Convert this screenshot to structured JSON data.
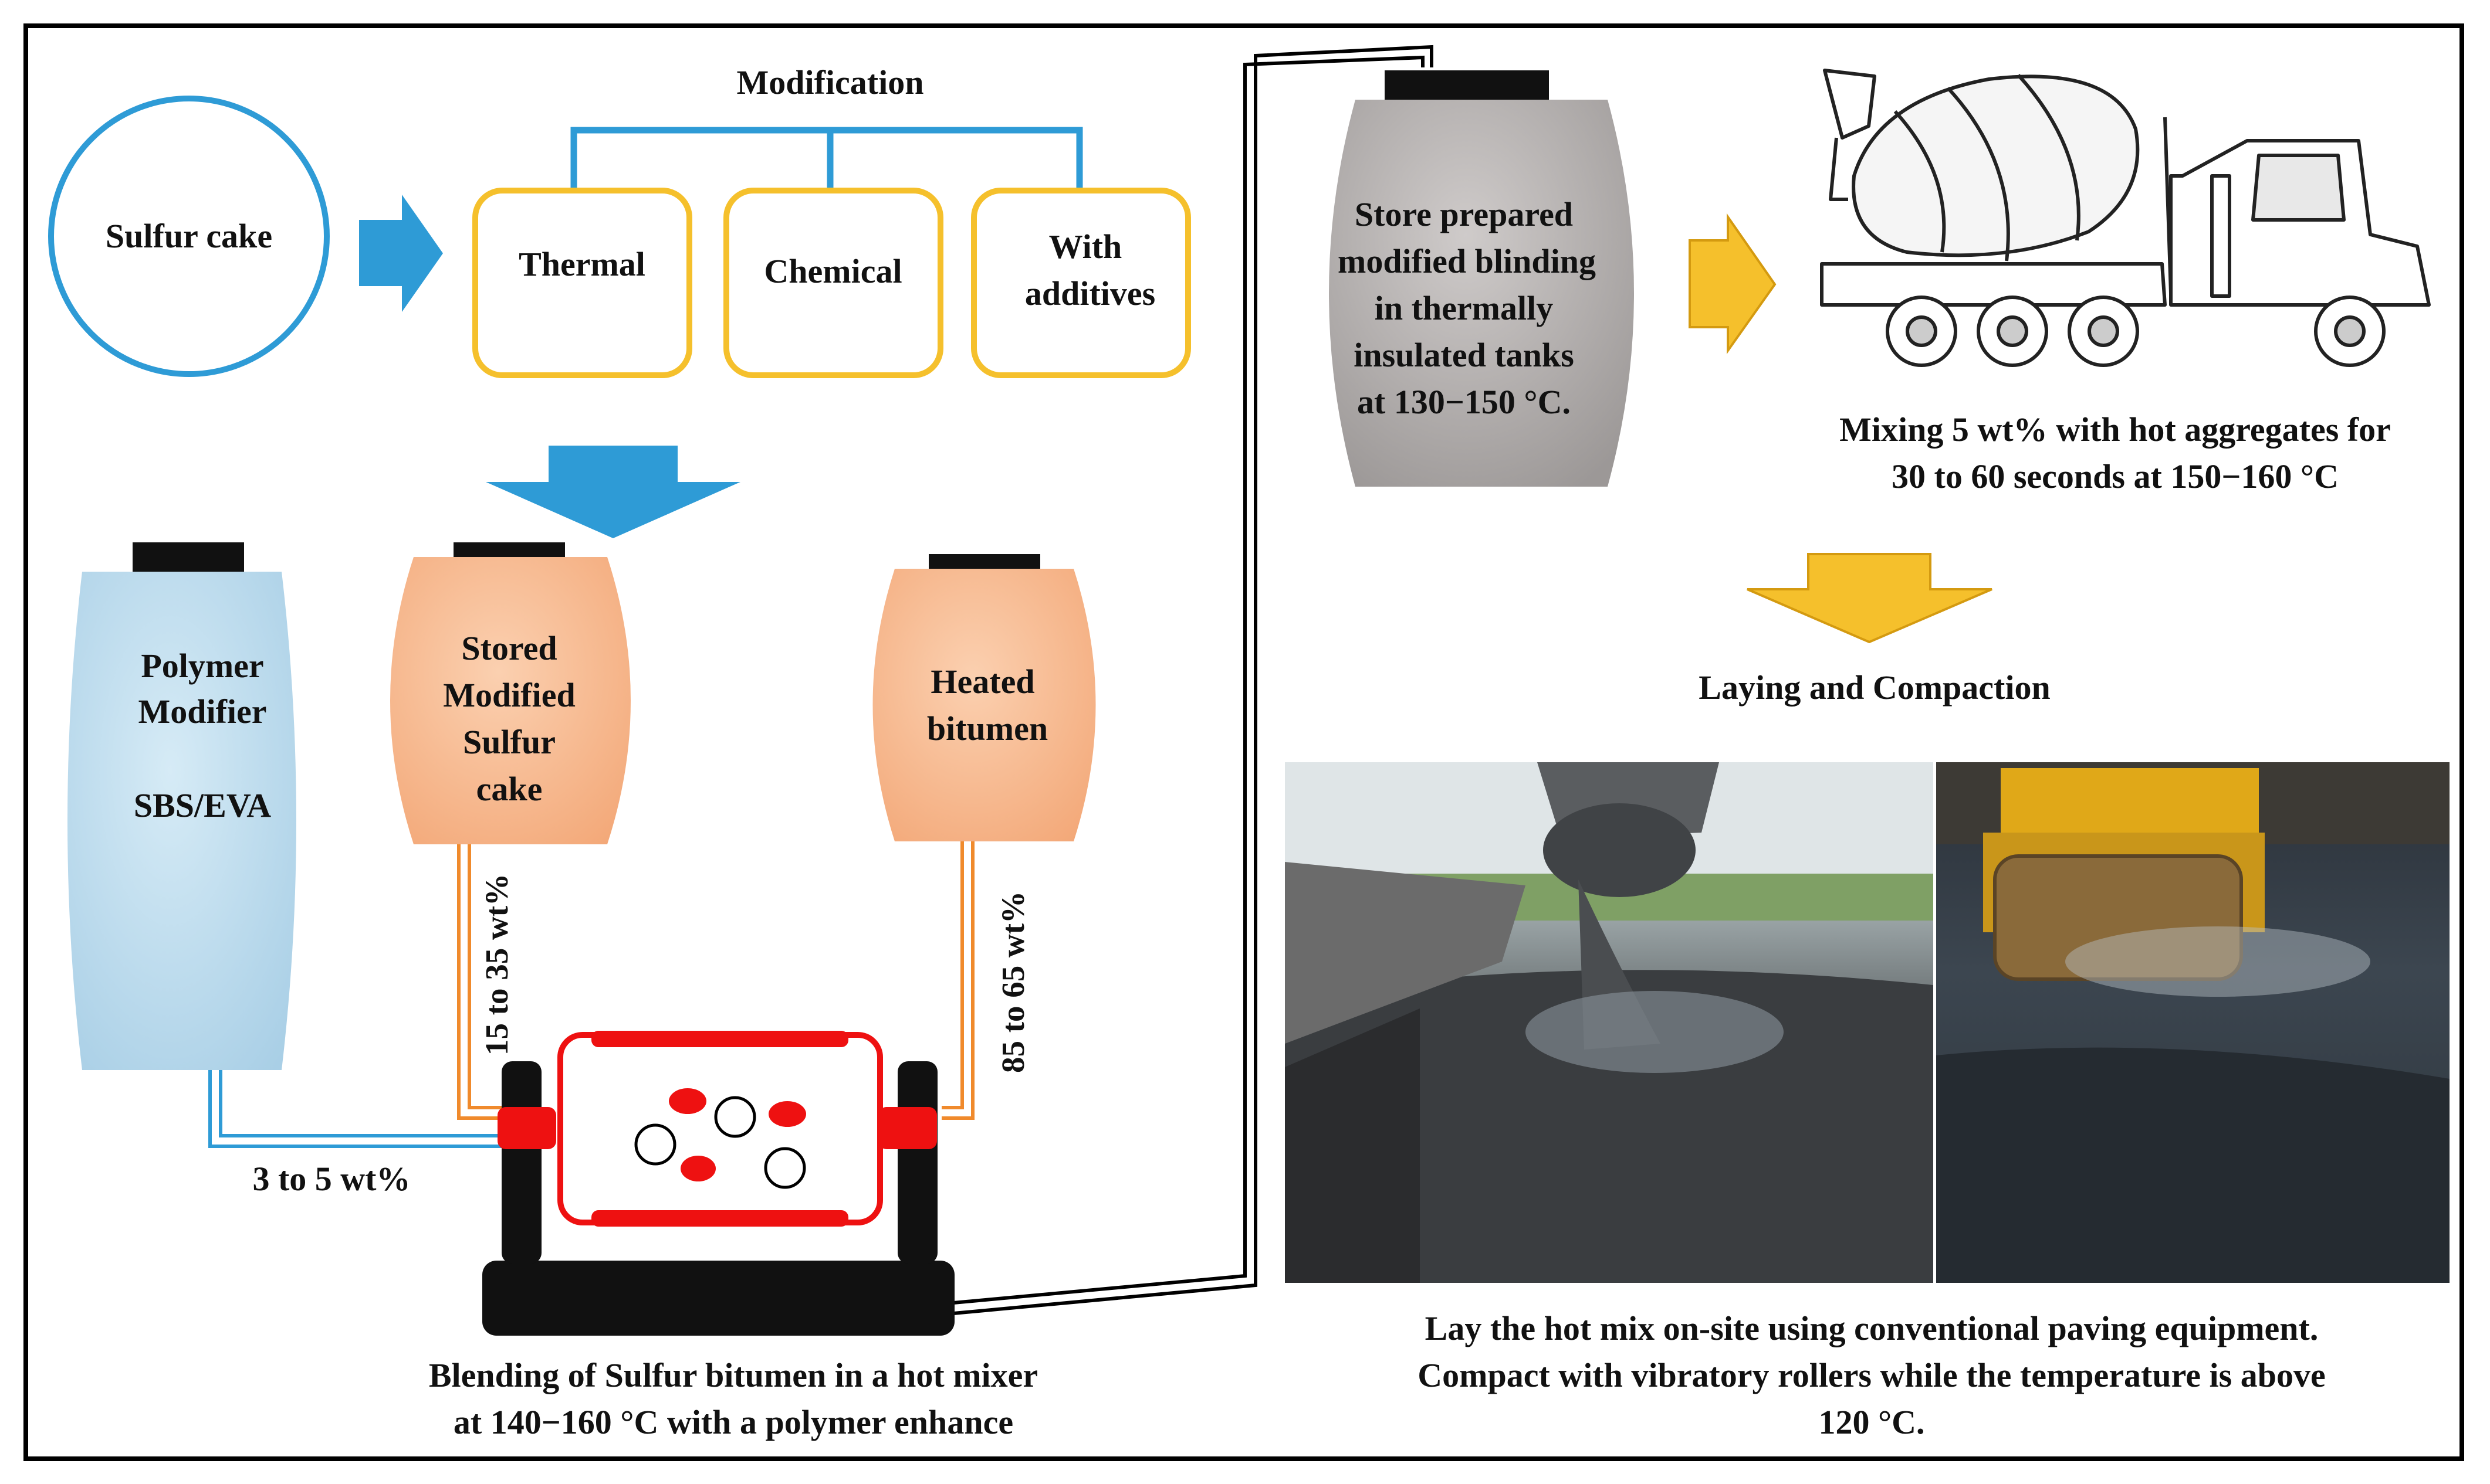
{
  "modification": {
    "title": "Modification",
    "options": [
      "Thermal",
      "Chemical",
      "With",
      "additives"
    ]
  },
  "sulfur_cake": "Sulfur cake",
  "polymer_tank": [
    "Polymer",
    "Modifier",
    "SBS/EVA"
  ],
  "sulfur_tank": [
    "Stored",
    "Modified",
    "Sulfur",
    "cake"
  ],
  "bitumen_tank": [
    "Heated",
    "bitumen"
  ],
  "ratios": {
    "sulfur": "15 to 35 wt%",
    "bitumen": "85 to 65 wt%",
    "polymer": "3 to 5 wt%"
  },
  "blending_caption": [
    "Blending of Sulfur bitumen in a hot mixer",
    "at 140−160 °C with a polymer enhance"
  ],
  "store_tank": [
    "Store prepared",
    "modified blinding",
    "in thermally",
    "insulated tanks",
    "at 130−150 °C."
  ],
  "mixing_caption": [
    "Mixing 5 wt% with hot aggregates for",
    "30 to 60 seconds at 150−160 °C"
  ],
  "laying_title": "Laying and Compaction",
  "laying_caption": [
    "Lay the hot mix on-site using conventional paving equipment.",
    "Compact with vibratory rollers while the temperature is above",
    "120 °C."
  ],
  "colors": {
    "blue": "#2e9bd6",
    "gold": "#f5c02c",
    "orange_tank": "#f5b48a",
    "blue_tank": "#bcdbee",
    "gray_tank": "#b0acab",
    "mixer_red": "#ee1111"
  }
}
